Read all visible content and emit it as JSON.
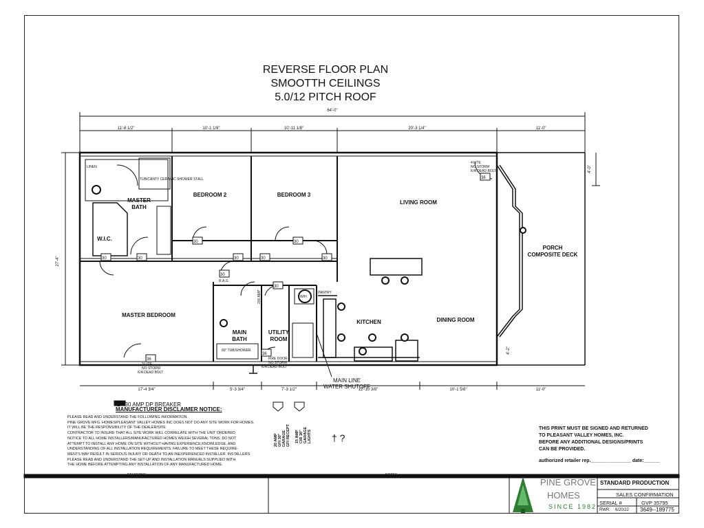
{
  "titles": {
    "line1": "REVERSE FLOOR PLAN",
    "line2": "SMOOTTH CEILINGS",
    "line3": "5.0/12 PITCH ROOF"
  },
  "dimensions": {
    "overall": "64'-0\"",
    "top": [
      "11'-8 1/2\"",
      "10'-1 1/8\"",
      "10'-11 1/8\"",
      "20'-3 1/4\"",
      "11'-0\""
    ],
    "bottom": [
      "17'-4 3/4\"",
      "5'-3 3/4\"",
      "7'-3 1/2\"",
      "12'-10 3/8\"",
      "10'-1 5/8\"",
      "11'-0\""
    ],
    "left": "27'-4\"",
    "right_top": "4'-0\"",
    "right_bottom": "4'-2\""
  },
  "rooms": {
    "linen": "LINEN",
    "shower": "TUB/CANTY CERAMIC SHOWER STALL",
    "master_bath_1": "MASTER",
    "master_bath_2": "BATH",
    "wic": "W.I.C.",
    "bedroom2": "BEDROOM 2",
    "bedroom3": "BEDROOM 3",
    "living": "LIVING ROOM",
    "porch_1": "PORCH",
    "porch_2": "COMPOSITE DECK",
    "master_bedroom": "MASTER BEDROOM",
    "main_bath_1": "MAIN",
    "main_bath_2": "BATH",
    "utility_1": "UTILITY",
    "utility_2": "ROOM",
    "kitchen": "KITCHEN",
    "dining": "DINING ROOM",
    "pantry": "PANTRY",
    "wh": "W/H",
    "tub": "60\" TUB/SHOWER",
    "amp": "200 AMP",
    "rac": "R.A.G."
  },
  "door_sizes": [
    "30",
    "30",
    "30",
    "30",
    "30",
    "30",
    "30",
    "30",
    "30",
    "36",
    "36",
    "36"
  ],
  "door_notes": {
    "front_1": "4 LITE",
    "front_2": "NO STORM",
    "front_3": "K/A DEAD BOLT",
    "rear_1": "3 LITE",
    "rear_2": "NO STORM",
    "rear_3": "K/A DEAD BOLT",
    "side_1": "FIRE DOOR",
    "side_2": "NO STORM",
    "side_3": "K/A DEAD BOLT"
  },
  "water": {
    "line1": "MAIN LINE",
    "line2": "WATER SHUTOFF"
  },
  "notice": {
    "breaker": "1 - 30 AMP DP BREAKER",
    "heading": "MANUFACTURER DISCLAIMER NOTICE:",
    "lines": [
      "PLEASE READ AND UNDERSTAND THE FOLLOWING INFORMATION.",
      "PINE GROVE MFG. HOMES/PLEASANT VALLEY HOMES INC DOES NOT DO ANY SITE WORK FOR HOMES.",
      " IT WILL BE THE RESPONSIBILITY OF THE DEALER/SITE",
      "CONTRACTOR TO INSURE THAT ALL SITE WORK WILL CORRELATE WITH THE UNIT ORDERED.",
      "NOTICE TO ALL HOME INSTALLERS/MANUFACTURED HOMES WEIGH SEVERAL TONS. DO NOT",
      "ATTEMPT TO INSTALL ANY HOME ON SITE WITHOUT HAVING EXPERIENCE,KNOWLEDGE, AND",
      "UNDERSTANDING OF ALL INSTALLATION REQUIREMENTS. FAILURE TO MEET THESE REQUIRE-",
      "MENTS MAY RESULT IN SERIOUS INJURY OR DEATH TO AN INEXPERIENCED INSTALLER. INSTALLERS",
      "PLEASE READ AND UNDERSTAND THE SET-UP AND INSTALLATION MANUALS SUPPLIED WITH",
      "THE HOME BEFORE ATTEMPTING ANY INSTALLATION OF ANY MANUFACTURED HOME."
    ],
    "garage1": [
      "20 AMP",
      "GFI 30\"",
      "GARAGE",
      "GFI RECEPT"
    ],
    "garage2": [
      "15 AMP",
      "CIR 30\"",
      "GARAGE",
      "LIGHTS"
    ],
    "symbol": "† ?"
  },
  "signature": {
    "lines": [
      "THIS PRINT MUST BE SIGNED AND RETURNED",
      "TO PLEASANT VALLEY HOMES, INC.",
      "BEFORE ANY ADDITIONAL DESIGNS/PRINTS",
      "CAN BE PROVIDED."
    ],
    "rep": "authorized retailer rep.",
    "date": "date:"
  },
  "titleblock": {
    "revisions": "REVISIONS",
    "notes": "NOTES",
    "brand_1": "PINE GROVE",
    "brand_2": "HOMES",
    "brand_3": "SINCE 1982",
    "production": "STANDARD PRODUCTION",
    "confirmation": "SALES CONFIRMATION",
    "serial_label": "SERIAL #",
    "serial_value": "GVP 35795",
    "drawn_by": "RWR",
    "date": "6/20/22",
    "model": "3649--189775"
  },
  "colors": {
    "logo_green": "#2e7d32",
    "ink": "#111111"
  }
}
